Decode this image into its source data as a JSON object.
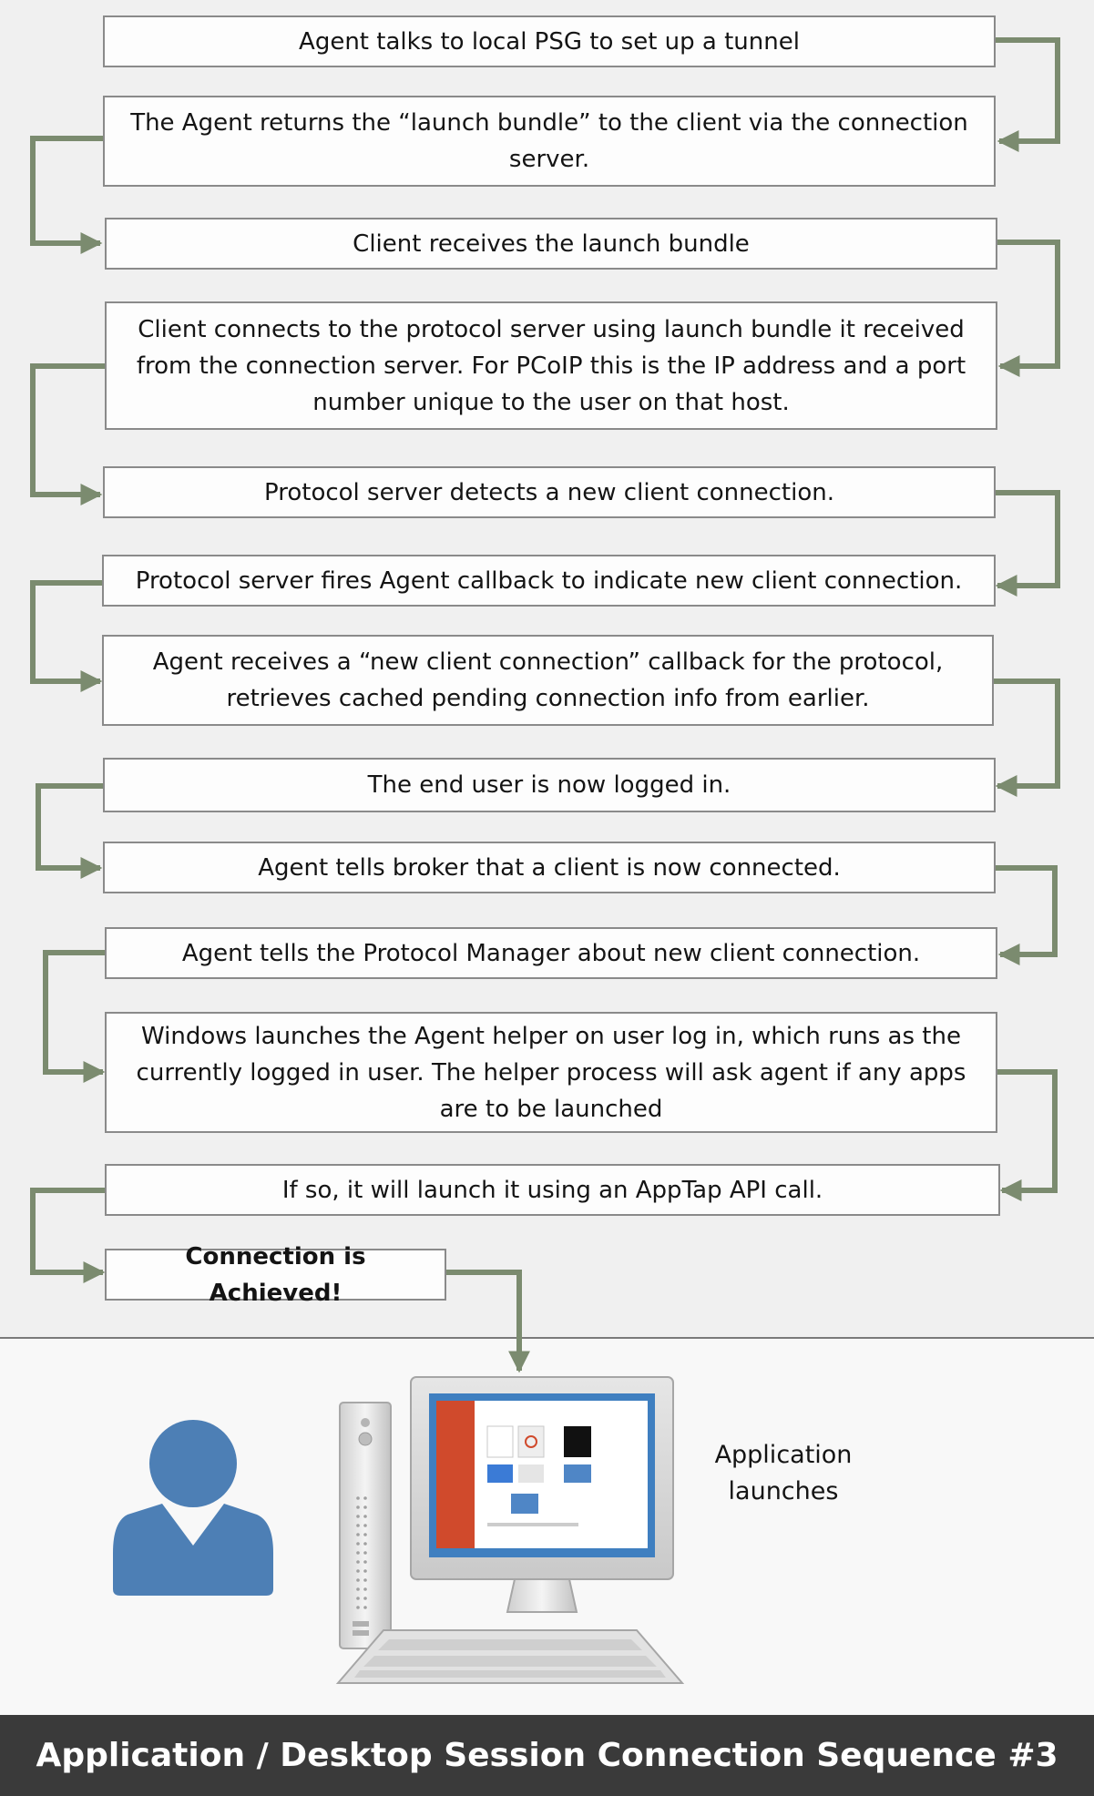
{
  "steps": [
    "Agent talks to local PSG to set up a tunnel",
    "The Agent returns the “launch bundle” to the client via the connection server.",
    "Client receives the launch bundle",
    "Client connects to the protocol server using launch bundle it received from the connection server. For PCoIP this is the IP address and a port number unique to the user on that host.",
    "Protocol server detects a new client connection.",
    "Protocol server fires Agent callback to indicate new client connection.",
    "Agent receives a “new client connection” callback for the protocol, retrieves cached pending connection info from earlier.",
    "The end user is now logged in.",
    "Agent tells broker that a client is now connected.",
    "Agent tells the Protocol Manager about new client connection.",
    "Windows launches the Agent helper on user log in, which runs as the currently logged in user. The helper process will ask agent if any apps are to be launched",
    "If so, it will launch it using an AppTap API call.",
    "Connection is Achieved!"
  ],
  "illustration": {
    "caption": "Application launches",
    "user_icon": "user-icon",
    "computer_icon": "desktop-computer-icon"
  },
  "footer": {
    "title": "Application / Desktop Session Connection Sequence #3"
  },
  "colors": {
    "connector": "#7b8b6f",
    "box_border": "#8a8a8a",
    "footer_bg": "#3a3a3a",
    "user_icon": "#4d7fb5",
    "app_window_accent": "#d04a2c"
  }
}
